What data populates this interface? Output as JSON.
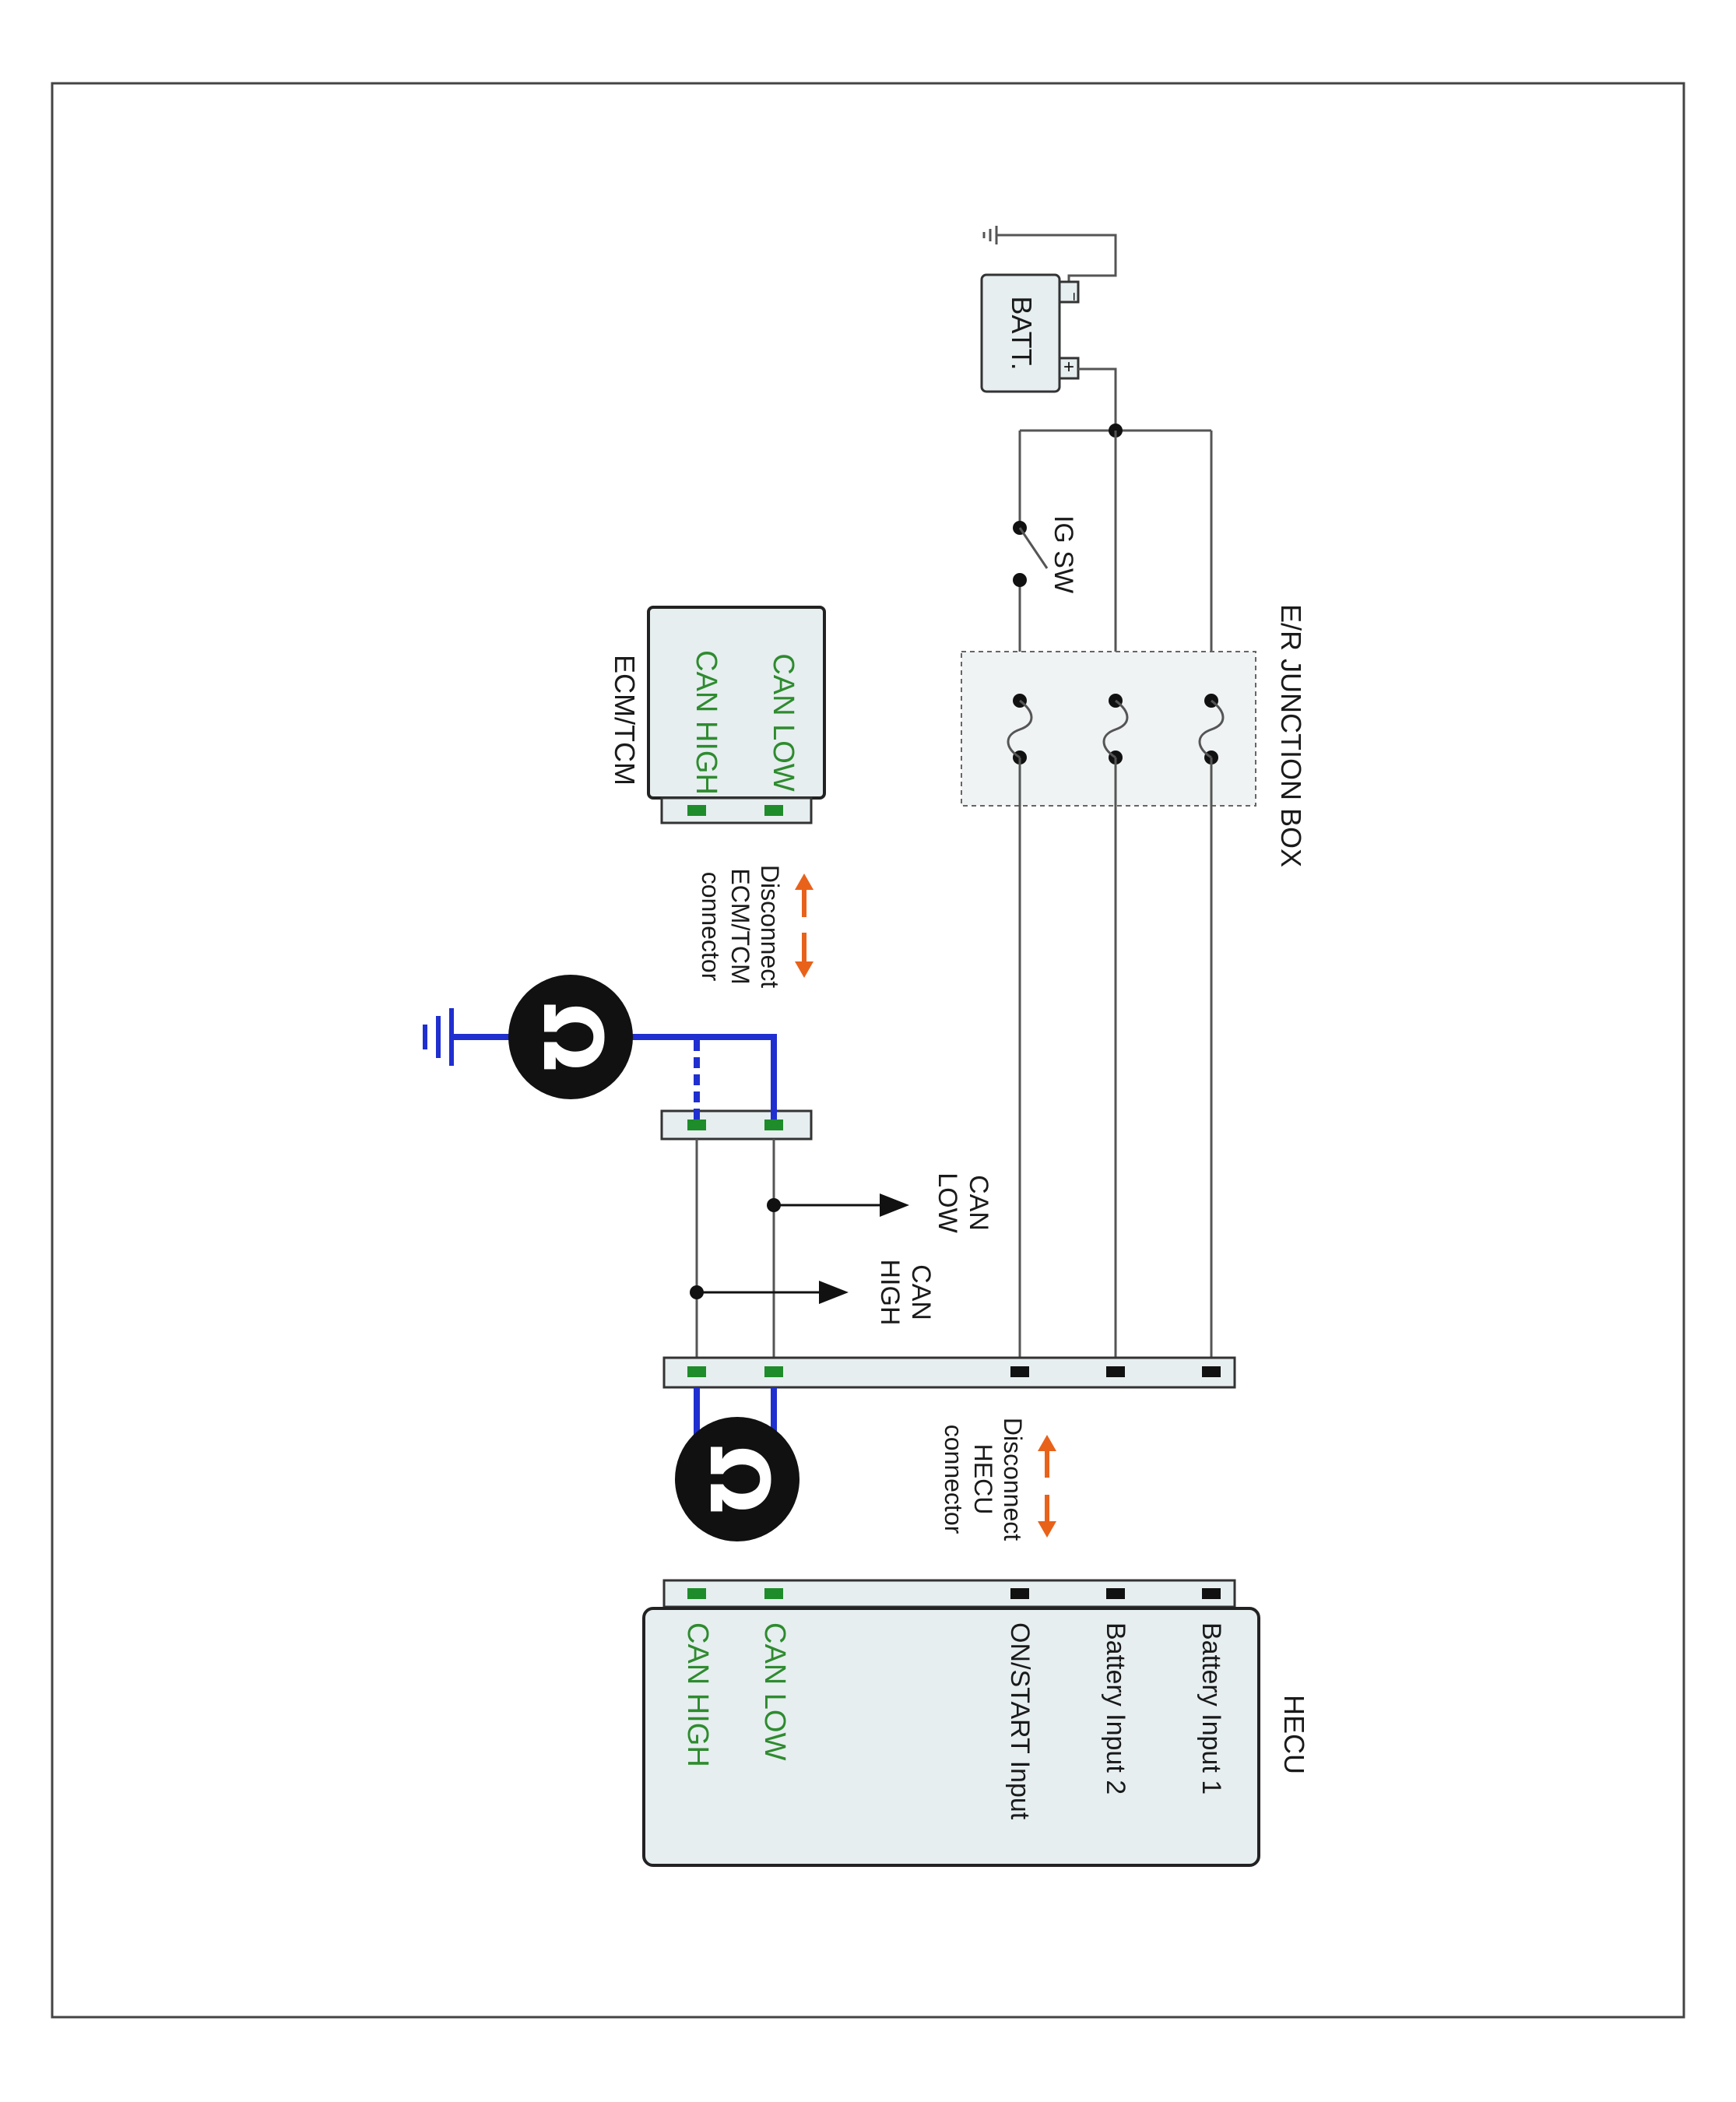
{
  "labels": {
    "battery": "BATT.",
    "ig_switch": "IG SW",
    "junction_box": "E/R JUNCTION BOX",
    "ecm_tcm": "ECM/TCM",
    "hecu": "HECU",
    "can_low_probe": [
      "CAN",
      "LOW"
    ],
    "can_high_probe": [
      "CAN",
      "HIGH"
    ],
    "disconnect_ecm": [
      "Disconnect",
      "ECM/TCM",
      "connector"
    ],
    "disconnect_hecu": [
      "Disconnect",
      "HECU",
      "connector"
    ]
  },
  "ecm_pins": [
    "CAN LOW",
    "CAN HIGH"
  ],
  "hecu_pins": [
    "Battery Input 1",
    "Battery Input 2",
    "ON/START Input",
    "CAN LOW",
    "CAN HIGH"
  ],
  "meter_icon": "ohmmeter-icon",
  "ground_icon": "ground-icon",
  "colors": {
    "can_wire": "#1f2fd0",
    "pin_label": "#2e8b2e",
    "arrow": "#e8621a",
    "box_fill": "#e6eef0"
  }
}
